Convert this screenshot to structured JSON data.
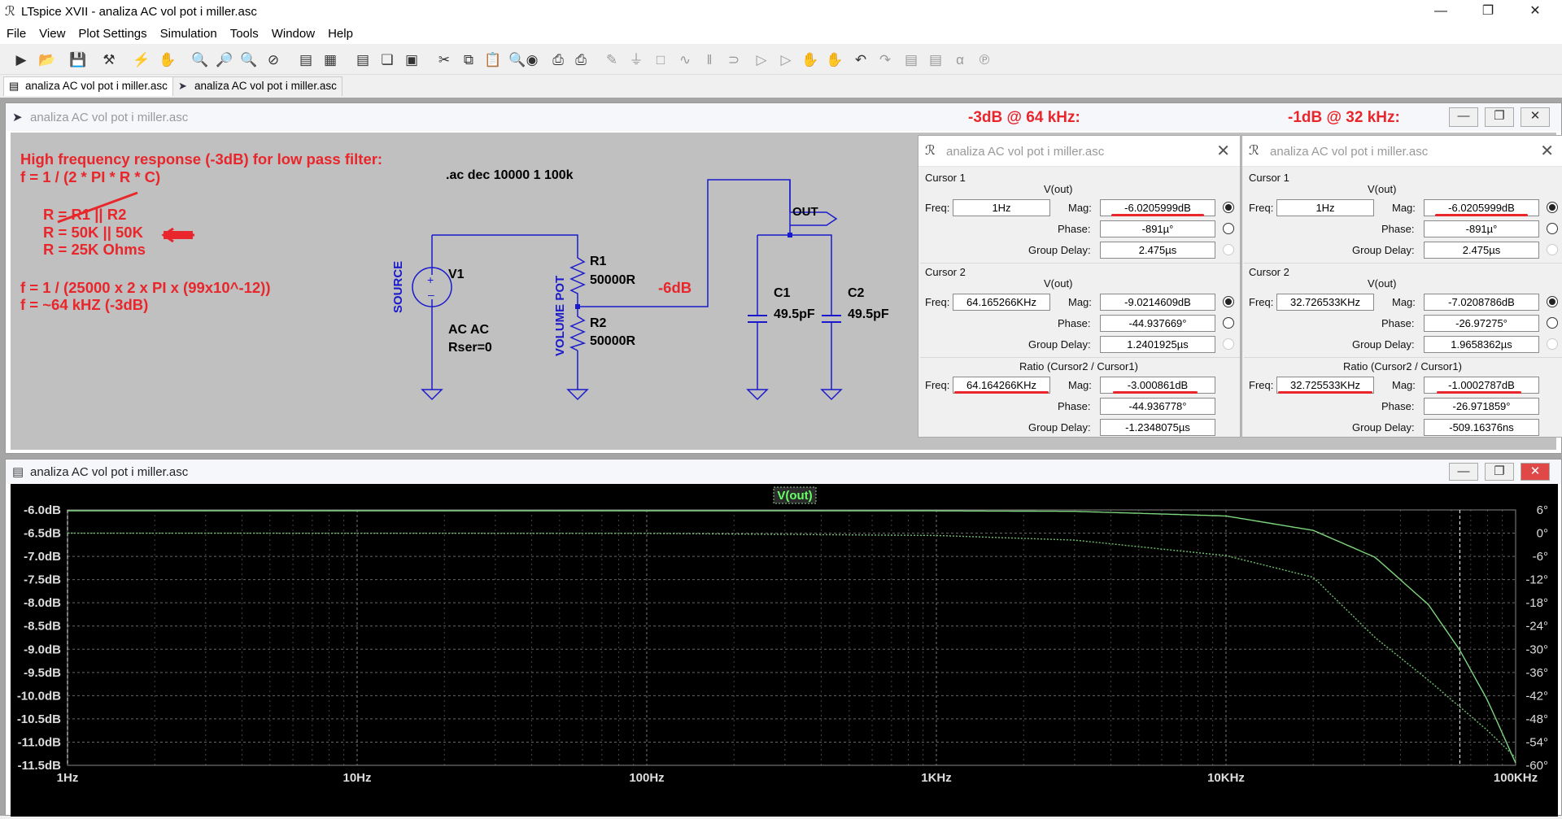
{
  "app": {
    "title": "LTspice XVII - analiza AC vol pot i miller.asc"
  },
  "menu": [
    "File",
    "View",
    "Plot Settings",
    "Simulation",
    "Tools",
    "Window",
    "Help"
  ],
  "tabs": [
    "analiza AC vol pot i miller.asc",
    "analiza AC vol pot i miller.asc"
  ],
  "schematic": {
    "window_title": "analiza AC vol pot i miller.asc",
    "headline_left": "-3dB @ 64 kHz:",
    "headline_right": "-1dB @ 32 kHz:",
    "notes": [
      "High frequency response (-3dB) for low pass filter:",
      "f = 1 / (2 * PI * R * C)",
      "R = R1 || R2",
      "R = 50K || 50K",
      "R = 25K Ohms",
      "f = 1 / (25000 x 2 x PI x (99x10^-12))",
      "f = ~64 kHZ (-3dB)"
    ],
    "directive": ".ac dec 10000 1 100k",
    "components": {
      "v1": "V1",
      "v1_spec1": "AC AC",
      "v1_spec2": "Rser=0",
      "source_label": "SOURCE",
      "pot_label": "VOLUME POT",
      "r1": "R1",
      "r1_val": "50000R",
      "r2": "R2",
      "r2_val": "50000R",
      "c1": "C1",
      "c1_val": "49.5pF",
      "c2": "C2",
      "c2_val": "49.5pF",
      "out": "OUT",
      "mid_gain": "-6dB"
    }
  },
  "cursor_windows": [
    {
      "title": "analiza AC vol pot i miller.asc",
      "c1_header": "Cursor 1",
      "c1_trace": "V(out)",
      "c1_freq": "1Hz",
      "c1_mag": "-6.0205999dB",
      "c1_phase": "-891µ°",
      "c1_gd": "2.475µs",
      "c2_header": "Cursor 2",
      "c2_trace": "V(out)",
      "c2_freq": "64.165266KHz",
      "c2_mag": "-9.0214609dB",
      "c2_phase": "-44.937669°",
      "c2_gd": "1.2401925µs",
      "ratio_header": "Ratio (Cursor2 / Cursor1)",
      "r_freq": "64.164266KHz",
      "r_mag": "-3.000861dB",
      "r_phase": "-44.936778°",
      "r_gd": "-1.2348075µs"
    },
    {
      "title": "analiza AC vol pot i miller.asc",
      "c1_header": "Cursor 1",
      "c1_trace": "V(out)",
      "c1_freq": "1Hz",
      "c1_mag": "-6.0205999dB",
      "c1_phase": "-891µ°",
      "c1_gd": "2.475µs",
      "c2_header": "Cursor 2",
      "c2_trace": "V(out)",
      "c2_freq": "32.726533KHz",
      "c2_mag": "-7.0208786dB",
      "c2_phase": "-26.97275°",
      "c2_gd": "1.9658362µs",
      "ratio_header": "Ratio (Cursor2 / Cursor1)",
      "r_freq": "32.725533KHz",
      "r_mag": "-1.0002787dB",
      "r_phase": "-26.971859°",
      "r_gd": "-509.16376ns"
    }
  ],
  "labels": {
    "freq": "Freq:",
    "mag": "Mag:",
    "phase": "Phase:",
    "gd": "Group Delay:"
  },
  "plot": {
    "window_title": "analiza AC vol pot i miller.asc",
    "trace_label": "V(out)"
  },
  "chart_data": {
    "type": "line",
    "title": "V(out)",
    "x_scale": "log",
    "xlim": [
      1,
      100000
    ],
    "x_ticks": [
      "1Hz",
      "10Hz",
      "100Hz",
      "1KHz",
      "10KHz",
      "100KHz"
    ],
    "ylim": [
      -11.5,
      -6.0
    ],
    "y_ticks": [
      "-6.0dB",
      "-6.5dB",
      "-7.0dB",
      "-7.5dB",
      "-8.0dB",
      "-8.5dB",
      "-9.0dB",
      "-9.5dB",
      "-10.0dB",
      "-10.5dB",
      "-11.0dB",
      "-11.5dB"
    ],
    "y2lim": [
      -60,
      6
    ],
    "y2_ticks": [
      "6°",
      "0°",
      "-6°",
      "-12°",
      "-18°",
      "-24°",
      "-30°",
      "-36°",
      "-42°",
      "-48°",
      "-54°",
      "-60°"
    ],
    "grid": true,
    "cursor_freqs": [
      1,
      64165.266
    ],
    "series": [
      {
        "name": "V(out)",
        "kind": "magnitude",
        "color": "#7ed67e",
        "x": [
          1,
          100,
          1000,
          3000,
          10000,
          20000,
          32727,
          50000,
          64165,
          80000,
          100000
        ],
        "y": [
          -6.02,
          -6.02,
          -6.02,
          -6.03,
          -6.13,
          -6.44,
          -7.02,
          -8.04,
          -9.02,
          -10.1,
          -11.45
        ]
      },
      {
        "name": "V(out)",
        "kind": "phase",
        "color": "#6fbf6f",
        "dashed": true,
        "x": [
          1,
          100,
          1000,
          3000,
          10000,
          20000,
          32727,
          50000,
          64165,
          80000,
          100000
        ],
        "y": [
          0,
          -0.06,
          -0.6,
          -1.8,
          -5.8,
          -11.4,
          -27,
          -38,
          -44.9,
          -51,
          -58
        ]
      }
    ]
  }
}
